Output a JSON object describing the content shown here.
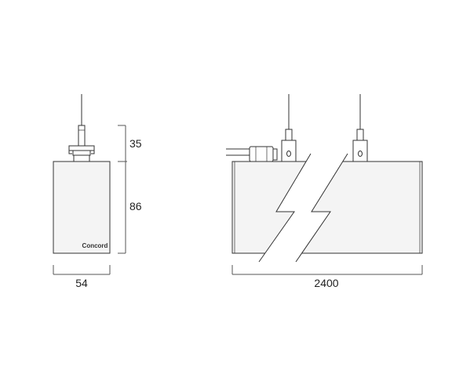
{
  "dimensions": {
    "end_width": "54",
    "suspension_height": "35",
    "body_height": "86",
    "length": "2400"
  },
  "brand": "Concord",
  "colors": {
    "line": "#333333",
    "body_fill": "#f4f4f4",
    "dimension_line": "#555555"
  }
}
